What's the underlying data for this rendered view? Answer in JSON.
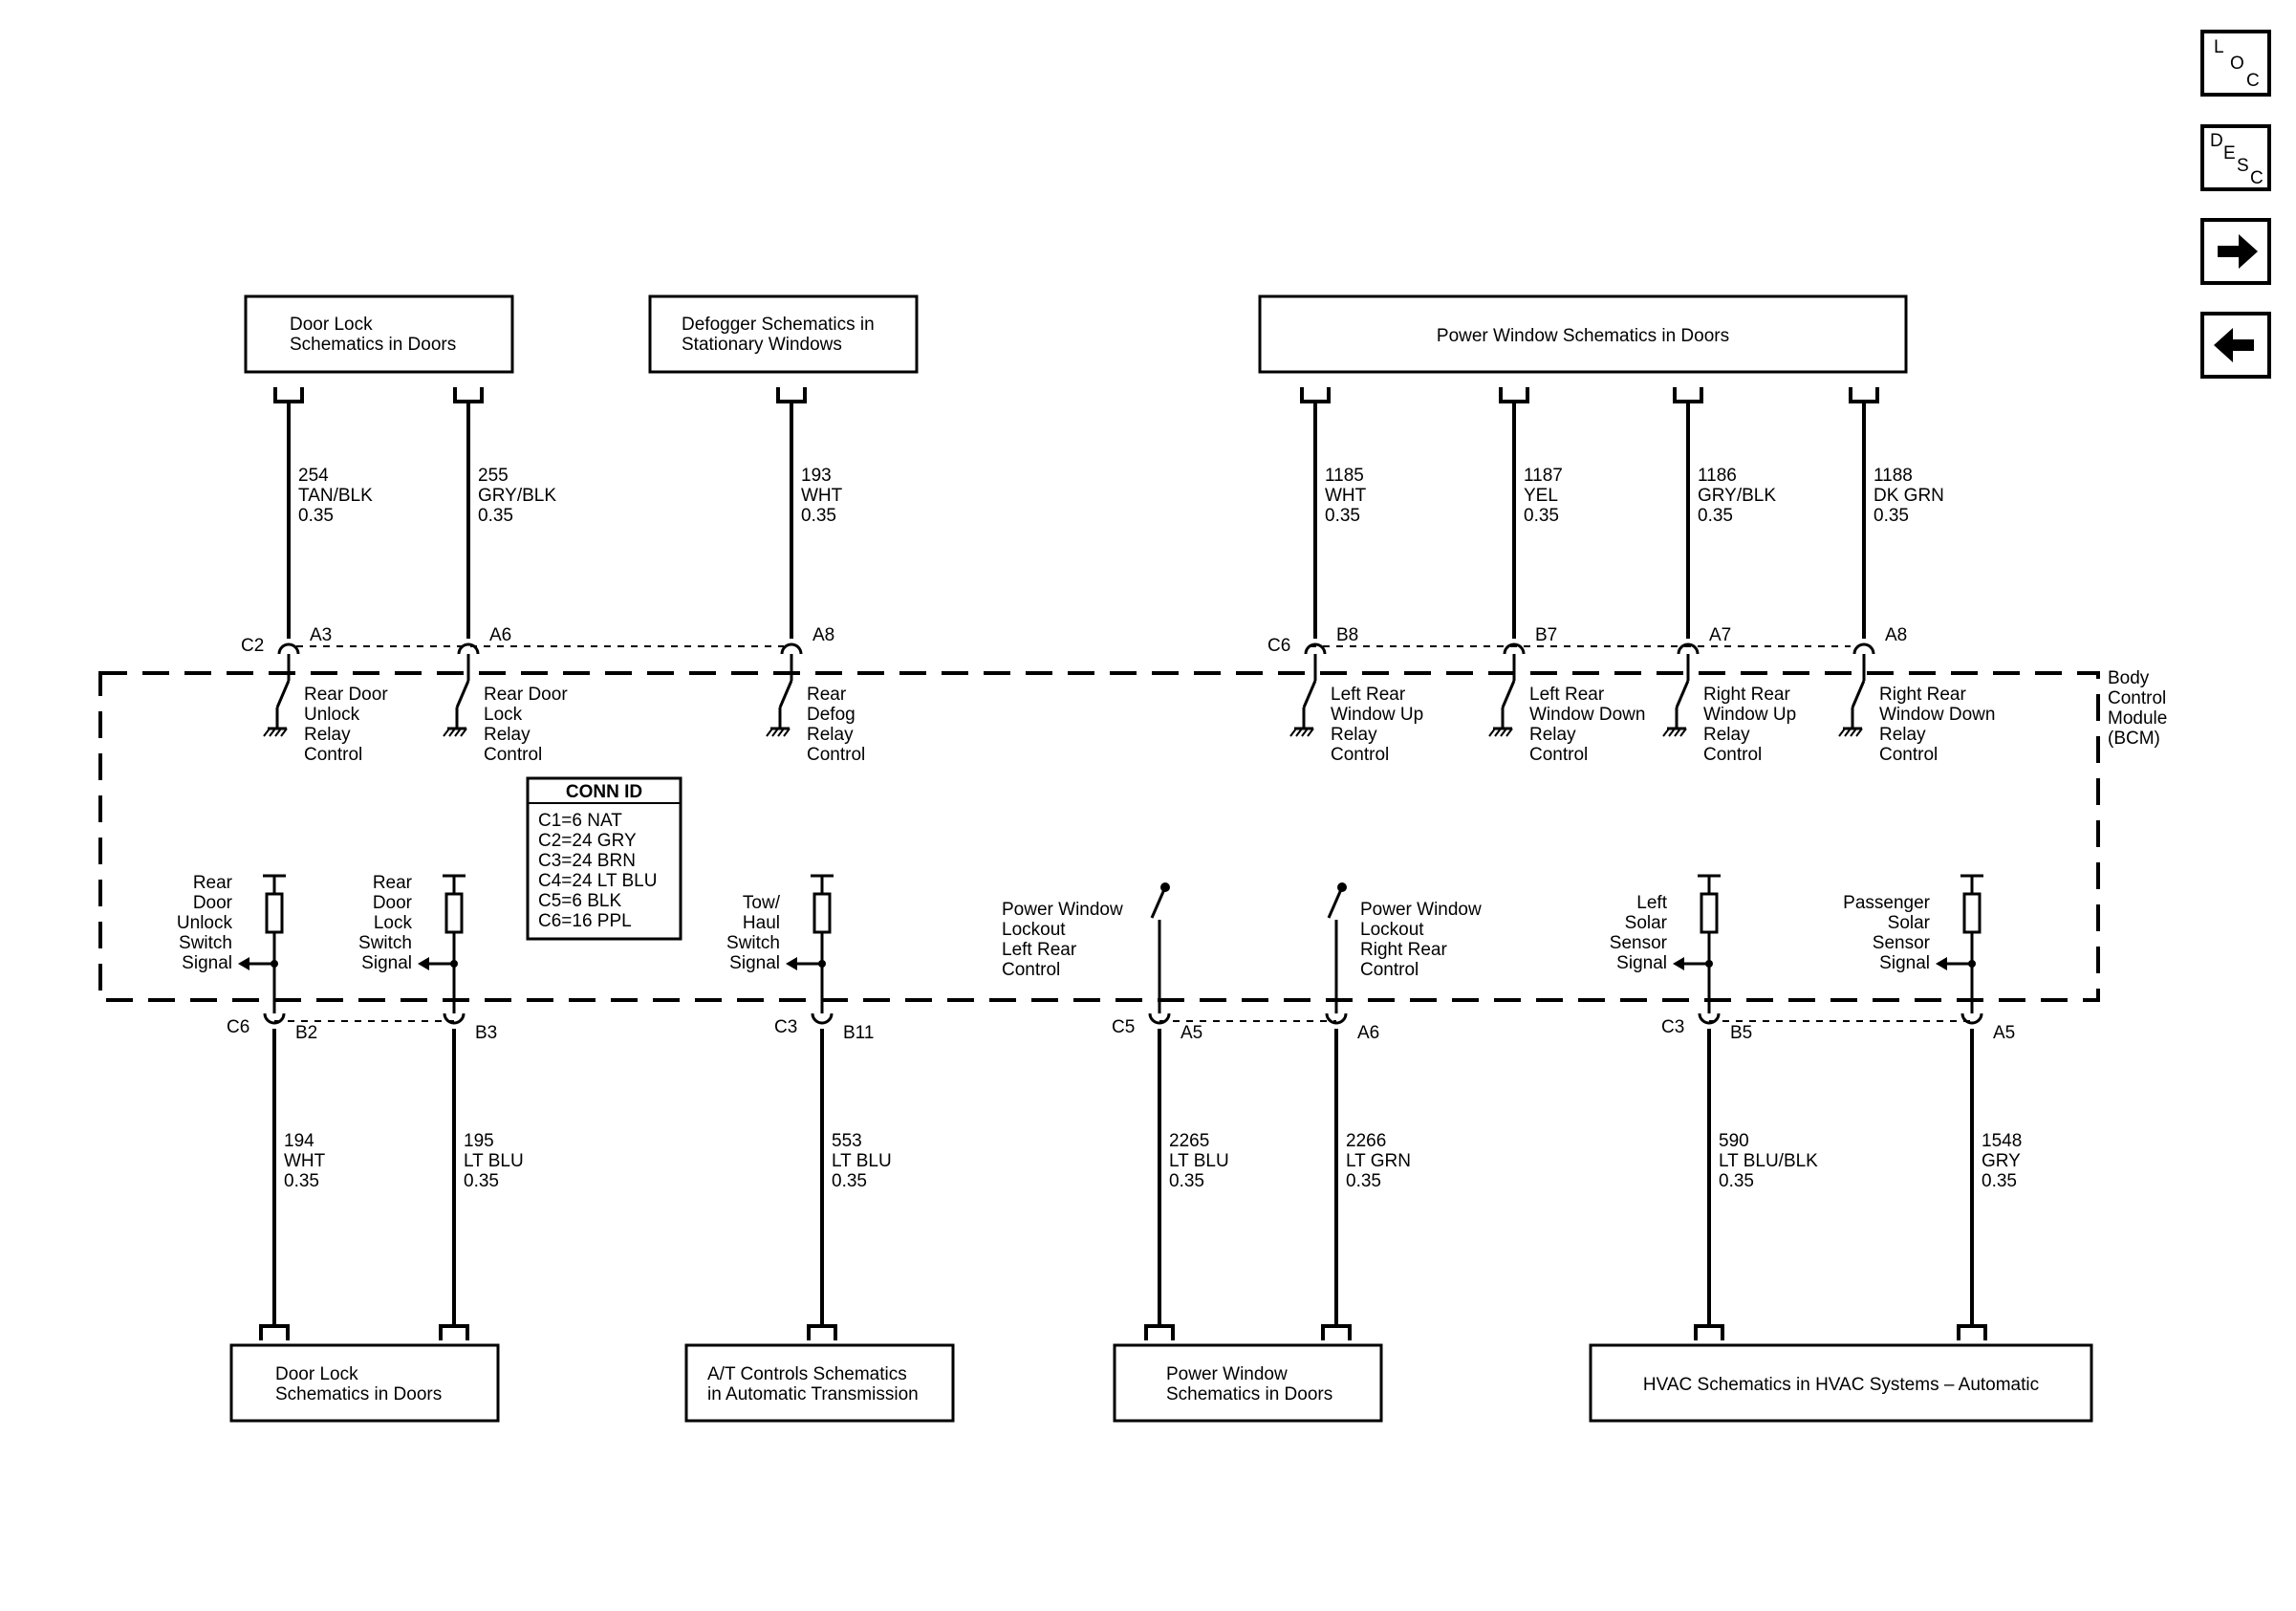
{
  "nav": {
    "loc_letters": [
      "L",
      "O",
      "C"
    ],
    "desc_letters": [
      "D",
      "E",
      "S",
      "C"
    ]
  },
  "module": {
    "name_lines": [
      "Body",
      "Control",
      "Module",
      "(BCM)"
    ]
  },
  "conn_id": {
    "title": "CONN ID",
    "rows": [
      "C1=6 NAT",
      "C2=24 GRY",
      "C3=24 BRN",
      "C4=24 LT BLU",
      "C5=6 BLK",
      "C6=16 PPL"
    ]
  },
  "top_boxes": [
    {
      "lines": [
        "Door Lock",
        "Schematics in Doors"
      ]
    },
    {
      "lines": [
        "Defogger Schematics in",
        "Stationary Windows"
      ]
    },
    {
      "lines": [
        "Power Window Schematics in Doors"
      ]
    }
  ],
  "bottom_boxes": [
    {
      "lines": [
        "Door Lock",
        "Schematics in Doors"
      ]
    },
    {
      "lines": [
        "A/T Controls Schematics",
        "in Automatic Transmission"
      ]
    },
    {
      "lines": [
        "Power Window",
        "Schematics in Doors"
      ]
    },
    {
      "lines": [
        "HVAC Schematics in HVAC Systems – Automatic"
      ]
    }
  ],
  "top_wires": [
    {
      "connector": "C2",
      "pin": "A3",
      "circuit": "254",
      "color": "TAN/BLK",
      "size": "0.35",
      "function": [
        "Rear Door",
        "Unlock",
        "Relay",
        "Control"
      ]
    },
    {
      "connector": "",
      "pin": "A6",
      "circuit": "255",
      "color": "GRY/BLK",
      "size": "0.35",
      "function": [
        "Rear Door",
        "Lock",
        "Relay",
        "Control"
      ]
    },
    {
      "connector": "",
      "pin": "A8",
      "circuit": "193",
      "color": "WHT",
      "size": "0.35",
      "function": [
        "Rear",
        "Defog",
        "Relay",
        "Control"
      ]
    },
    {
      "connector": "C6",
      "pin": "B8",
      "circuit": "1185",
      "color": "WHT",
      "size": "0.35",
      "function": [
        "Left Rear",
        "Window Up",
        "Relay",
        "Control"
      ]
    },
    {
      "connector": "",
      "pin": "B7",
      "circuit": "1187",
      "color": "YEL",
      "size": "0.35",
      "function": [
        "Left Rear",
        "Window Down",
        "Relay",
        "Control"
      ]
    },
    {
      "connector": "",
      "pin": "A7",
      "circuit": "1186",
      "color": "GRY/BLK",
      "size": "0.35",
      "function": [
        "Right Rear",
        "Window Up",
        "Relay",
        "Control"
      ]
    },
    {
      "connector": "",
      "pin": "A8",
      "circuit": "1188",
      "color": "DK GRN",
      "size": "0.35",
      "function": [
        "Right Rear",
        "Window Down",
        "Relay",
        "Control"
      ]
    }
  ],
  "bottom_wires": [
    {
      "connector": "C6",
      "pin": "B2",
      "circuit": "194",
      "color": "WHT",
      "size": "0.35",
      "function": [
        "Rear",
        "Door",
        "Unlock",
        "Switch",
        "Signal"
      ]
    },
    {
      "connector": "",
      "pin": "B3",
      "circuit": "195",
      "color": "LT BLU",
      "size": "0.35",
      "function": [
        "Rear",
        "Door",
        "Lock",
        "Switch",
        "Signal"
      ]
    },
    {
      "connector": "C3",
      "pin": "B11",
      "circuit": "553",
      "color": "LT BLU",
      "size": "0.35",
      "function": [
        "Tow/",
        "Haul",
        "Switch",
        "Signal"
      ]
    },
    {
      "connector": "C5",
      "pin": "A5",
      "circuit": "2265",
      "color": "LT BLU",
      "size": "0.35",
      "function": [
        "Power Window",
        "Lockout",
        "Left Rear",
        "Control"
      ]
    },
    {
      "connector": "",
      "pin": "A6",
      "circuit": "2266",
      "color": "LT GRN",
      "size": "0.35",
      "function": [
        "Power Window",
        "Lockout",
        "Right Rear",
        "Control"
      ]
    },
    {
      "connector": "C3",
      "pin": "B5",
      "circuit": "590",
      "color": "LT BLU/BLK",
      "size": "0.35",
      "function": [
        "Left",
        "Solar",
        "Sensor",
        "Signal"
      ]
    },
    {
      "connector": "",
      "pin": "A5",
      "circuit": "1548",
      "color": "GRY",
      "size": "0.35",
      "function": [
        "Passenger",
        "Solar",
        "Sensor",
        "Signal"
      ]
    }
  ]
}
